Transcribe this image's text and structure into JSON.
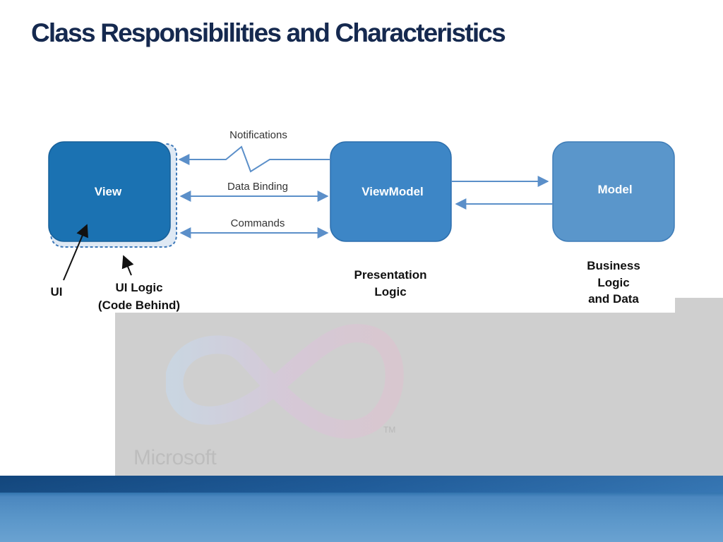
{
  "slide": {
    "title": "Class Responsibilities and Characteristics"
  },
  "diagram": {
    "boxes": {
      "view": "View",
      "viewmodel": "ViewModel",
      "model": "Model"
    },
    "arrows": {
      "notifications": "Notifications",
      "data_binding": "Data Binding",
      "commands": "Commands"
    },
    "labels": {
      "ui": "UI",
      "ui_logic_line1": "UI Logic",
      "ui_logic_line2": "(Code Behind)",
      "presentation_line1": "Presentation",
      "presentation_line2": "Logic",
      "business_line1": "Business",
      "business_line2": "Logic",
      "business_line3": "and Data"
    }
  },
  "watermark": {
    "brand": "Microsoft",
    "tm": "TM"
  },
  "colors": {
    "title": "#15294f",
    "view_box": "#1b72b2",
    "viewmodel_box": "#3d86c6",
    "model_box": "#5a96cb",
    "arrow": "#5b8fc9",
    "gray_panel": "#cfcfcf"
  }
}
